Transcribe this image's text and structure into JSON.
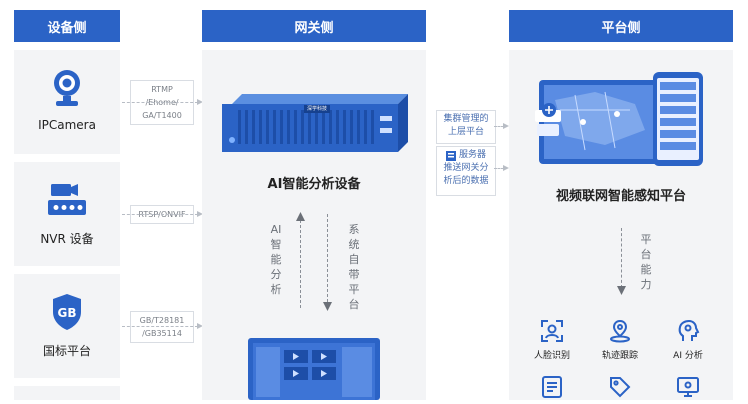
{
  "columns": {
    "device": "设备侧",
    "gateway": "网关侧",
    "platform": "平台侧"
  },
  "devices": [
    {
      "label": "IPCamera",
      "icon": "ip-camera-icon"
    },
    {
      "label": "NVR 设备",
      "icon": "nvr-icon"
    },
    {
      "label": "国标平台",
      "icon": "gb-shield-icon"
    }
  ],
  "protocols": [
    {
      "lines": [
        "RTMP",
        "/Ehome/",
        "GA/T1400"
      ]
    },
    {
      "lines": [
        "RTSP/ONVIF"
      ]
    },
    {
      "lines": [
        "GB/T28181",
        "/GB35114"
      ]
    }
  ],
  "gateway": {
    "device_label": "AI智能分析设备",
    "brand": "深学科技",
    "left_vertical": "AI智能分析",
    "right_vertical": "系统自带平台"
  },
  "side_boxes": {
    "upper": [
      "集群管理的",
      "上层平台"
    ],
    "lower_title": "服务器",
    "lower_lines": [
      "推送网关分",
      "析后的数据"
    ]
  },
  "platform": {
    "title": "视频联网智能感知平台",
    "vertical": "平台能力",
    "features": [
      {
        "label": "人脸识别",
        "icon": "face-scan-icon"
      },
      {
        "label": "轨迹跟踪",
        "icon": "location-track-icon"
      },
      {
        "label": "AI 分析",
        "icon": "ai-head-icon"
      }
    ],
    "features_row2": [
      {
        "icon": "document-list-icon"
      },
      {
        "icon": "tag-icon"
      },
      {
        "icon": "monitor-gear-icon"
      }
    ]
  },
  "colors": {
    "primary": "#2b63c6",
    "panel": "#f3f4f6",
    "arrow": "#b8bdc5"
  }
}
